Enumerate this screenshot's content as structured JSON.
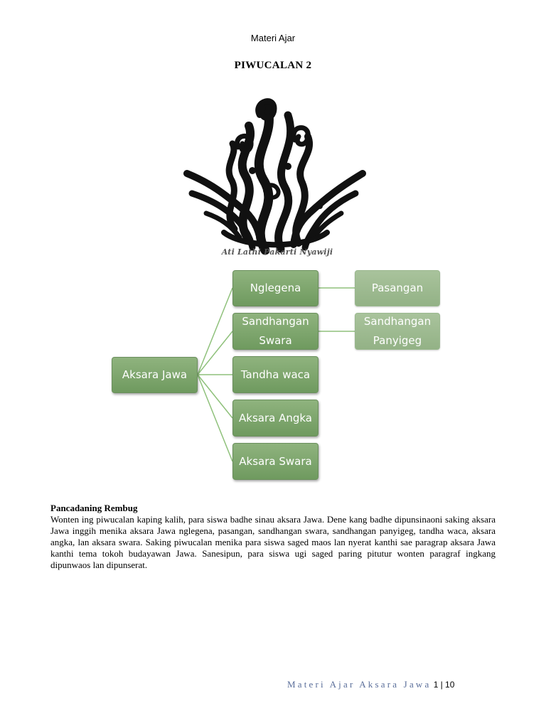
{
  "header": {
    "running_title": "Materi Ajar"
  },
  "title": "PIWUCALAN 2",
  "logo": {
    "caption": "Ati Lathi Pakarti Nyawiji"
  },
  "diagram": {
    "root": "Aksara Jawa",
    "branches": [
      "Nglegena",
      "Sandhangan Swara",
      "Tandha waca",
      "Aksara Angka",
      "Aksara Swara"
    ],
    "sub_nodes": [
      "Pasangan",
      "Sandhangan Panyigeg"
    ]
  },
  "section": {
    "heading": "Pancadaning Rembug",
    "body": "Wonten ing piwucalan kaping kalih, para siswa badhe sinau aksara Jawa. Dene kang badhe dipunsinaoni saking aksara Jawa inggih menika aksara Jawa nglegena, pasangan, sandhangan swara, sandhangan panyigeg, tandha waca, aksara angka, lan aksara swara. Saking piwucalan menika para siswa saged maos lan nyerat kanthi sae paragrap aksara Jawa kanthi tema tokoh budayawan Jawa. Sanesipun, para siswa ugi saged paring pitutur wonten paragraf ingkang dipunwaos lan dipunserat."
  },
  "footer": {
    "document_name": "Materi Ajar Aksara Jawa",
    "page_number": "1",
    "separator": "|",
    "total_pages": "10"
  },
  "colors": {
    "node_fill": "#7ea56c",
    "node_fill_pale": "#a0bd92",
    "connector": "#8fc17b",
    "footer_text": "#5a6e9a"
  }
}
